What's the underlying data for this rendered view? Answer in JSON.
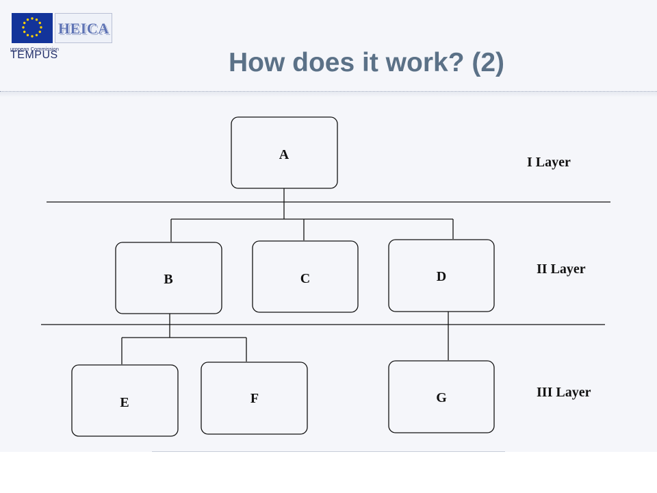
{
  "header": {
    "title": "How does it work? (2)",
    "logo": {
      "brand": "HEICA",
      "commission_text": "uropean Commission",
      "program": "TEMPUS"
    }
  },
  "diagram": {
    "nodes": {
      "a": "A",
      "b": "B",
      "c": "C",
      "d": "D",
      "e": "E",
      "f": "F",
      "g": "G"
    },
    "layers": {
      "first": "I Layer",
      "second": "II Layer",
      "third": "III Layer"
    }
  },
  "colors": {
    "title": "#5b7187",
    "background": "#f5f6fa",
    "flag": "#13349a",
    "stars": "#ffd200"
  }
}
